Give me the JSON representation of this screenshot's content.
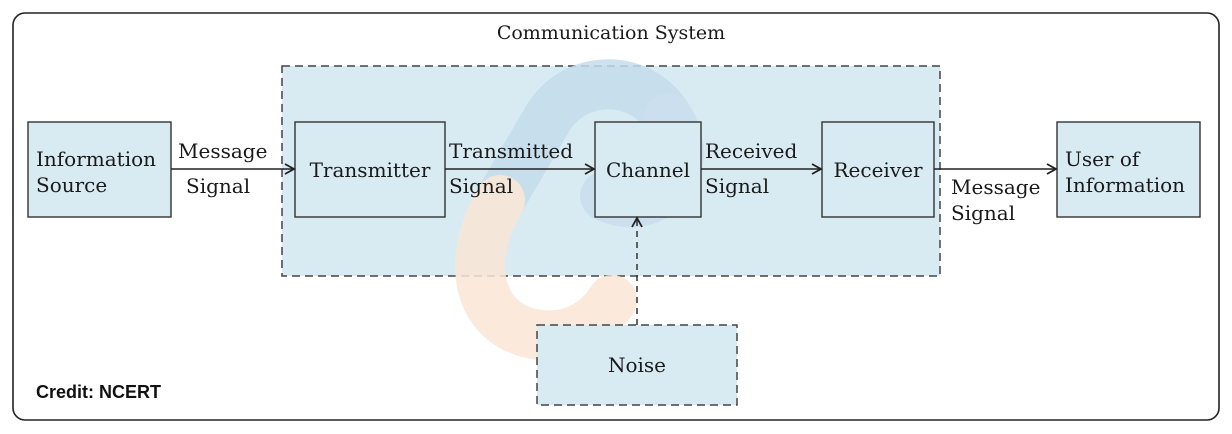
{
  "title": "Communication System",
  "blocks": {
    "information_source": [
      "Information",
      "Source"
    ],
    "transmitter": "Transmitter",
    "channel": "Channel",
    "receiver": "Receiver",
    "user_of_information": [
      "User of",
      "Information"
    ],
    "noise": "Noise"
  },
  "signals": {
    "message_in": [
      "Message",
      "Signal"
    ],
    "transmitted": [
      "Transmitted",
      "Signal"
    ],
    "received": [
      "Received",
      "Signal"
    ],
    "message_out": [
      "Message",
      "Signal"
    ]
  },
  "credit": "Credit: NCERT",
  "colors": {
    "box_fill": "#d8ebf3",
    "region_fill": "#d8ebf3",
    "stroke": "#333333",
    "watermark_blue": "#c5dcec",
    "watermark_orange": "#fbe6d6"
  }
}
